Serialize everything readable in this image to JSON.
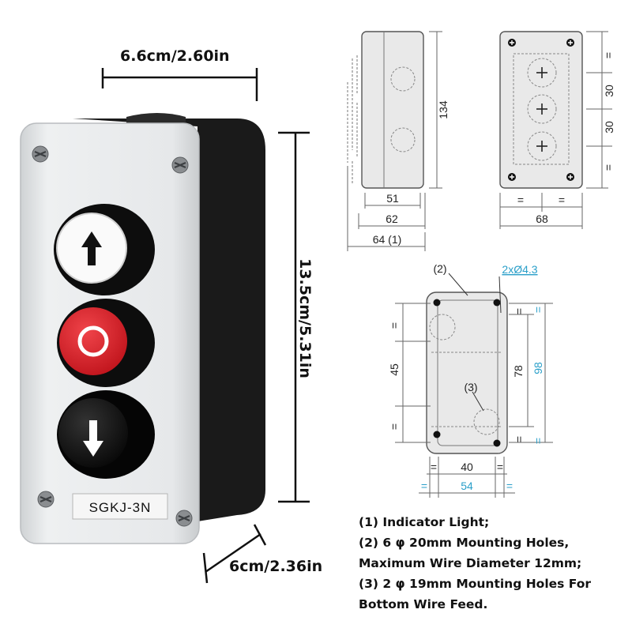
{
  "photo": {
    "width_label": "6.6cm/2.60in",
    "height_label": "13.5cm/5.31in",
    "depth_label": "6cm/2.36in",
    "model_label": "SGKJ-3N",
    "buttons": [
      {
        "name": "up",
        "icon": "arrow-up-icon",
        "cap_color": "#ffffff"
      },
      {
        "name": "stop",
        "icon": "ring-icon",
        "cap_color": "#e0242c"
      },
      {
        "name": "down",
        "icon": "arrow-down-icon",
        "cap_color": "#151515"
      }
    ]
  },
  "side_drawing": {
    "height": "134",
    "dims": [
      "51",
      "62",
      "64 (1)"
    ]
  },
  "front_drawing": {
    "spacings": [
      "30",
      "30"
    ],
    "equals": "=",
    "width": "68"
  },
  "bottom_drawing": {
    "callout_2": "(2)",
    "callout_3": "(3)",
    "holes": "2xØ4.3",
    "dim_45": "45",
    "dim_78": "78",
    "dim_98": "98",
    "dim_40": "40",
    "dim_54": "54",
    "equals": "="
  },
  "notes": [
    "(1) Indicator Light;",
    "(2) 6 φ 20mm Mounting Holes,",
    "Maximum Wire Diameter 12mm;",
    "(3) 2 φ 19mm Mounting Holes For",
    "Bottom Wire Feed."
  ],
  "colors": {
    "dimension_blue": "#2a9fc9",
    "housing_grey": "#e4e6e8",
    "drawing_fill": "#e9e9e9"
  }
}
